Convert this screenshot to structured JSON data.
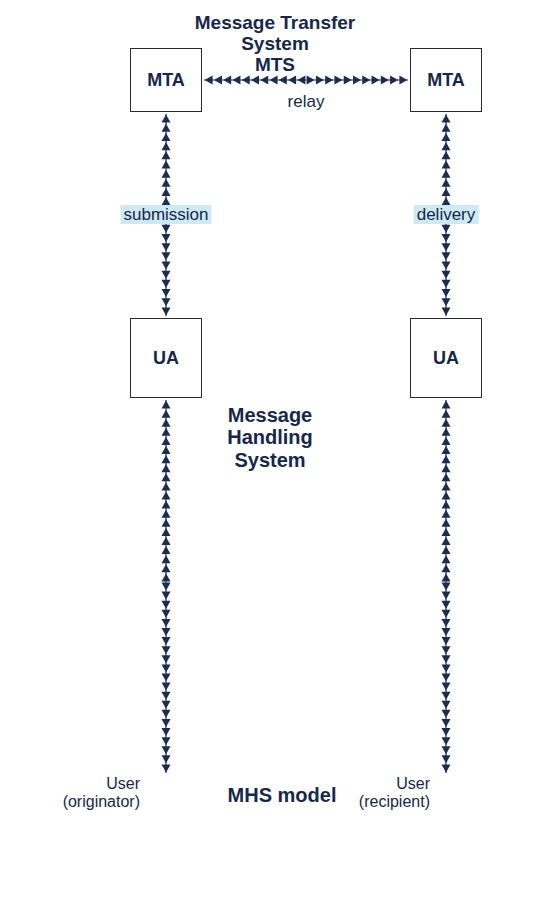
{
  "diagram": {
    "nodes": [
      {
        "text": [
          "Message Handling System"
        ]
      },
      {
        "text": [
          "Message Transfer System",
          "MTS"
        ],
        "in": 0
      },
      {
        "text": [
          "MTA"
        ],
        "in": 1
      },
      {
        "text": [
          "MTA"
        ],
        "in": 1
      },
      {
        "text": [
          "UA"
        ],
        "in": 0
      },
      {
        "text": [
          "UA"
        ],
        "in": 0
      },
      {
        "text": [
          "User (originator)"
        ]
      },
      {
        "text": [
          "User (recipient)"
        ]
      }
    ],
    "edges": [
      {
        "from": 2,
        "to": 3,
        "arrow": "both",
        "label": "relay"
      },
      {
        "from": 2,
        "to": 4,
        "arrow": "both",
        "label": "submission"
      },
      {
        "from": 3,
        "to": 5,
        "arrow": "both",
        "label": "delivery"
      },
      {
        "from": 4,
        "to": 6,
        "arrow": "both"
      },
      {
        "from": 5,
        "to": 7,
        "arrow": "both"
      }
    ],
    "labels": [
      "MHS model"
    ]
  }
}
